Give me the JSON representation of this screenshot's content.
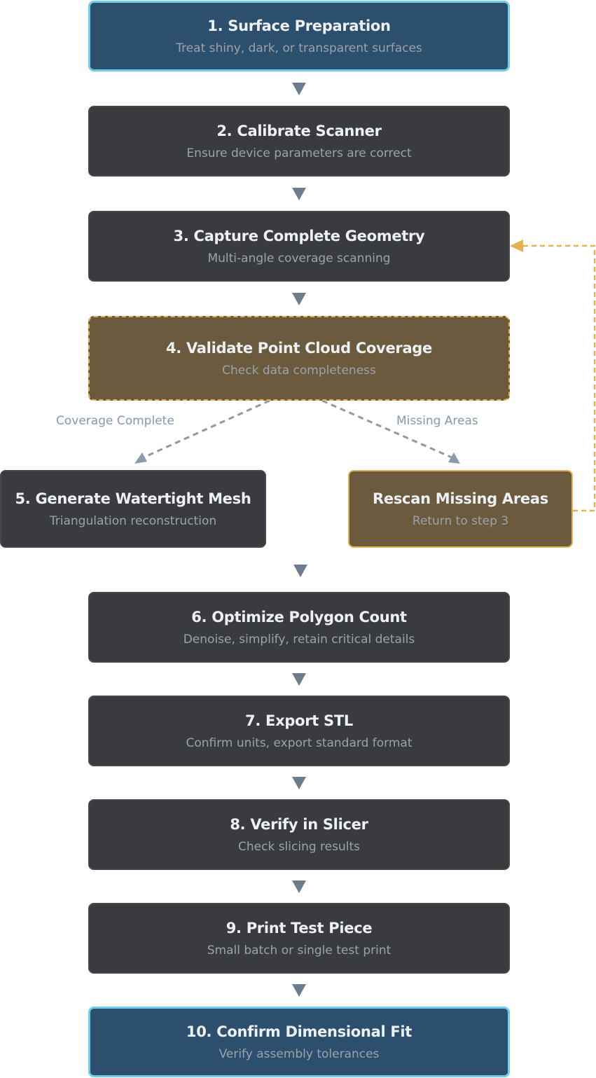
{
  "steps": [
    {
      "title": "1. Surface Preparation",
      "subtitle": "Treat shiny, dark, or transparent surfaces"
    },
    {
      "title": "2. Calibrate Scanner",
      "subtitle": "Ensure device parameters are correct"
    },
    {
      "title": "3. Capture Complete Geometry",
      "subtitle": "Multi-angle coverage scanning"
    },
    {
      "title": "4. Validate Point Cloud Coverage",
      "subtitle": "Check data completeness"
    },
    {
      "title": "5. Generate Watertight Mesh",
      "subtitle": "Triangulation reconstruction"
    },
    {
      "title": "6. Optimize Polygon Count",
      "subtitle": "Denoise, simplify, retain critical details"
    },
    {
      "title": "7. Export STL",
      "subtitle": "Confirm units, export standard format"
    },
    {
      "title": "8. Verify in Slicer",
      "subtitle": "Check slicing results"
    },
    {
      "title": "9. Print Test Piece",
      "subtitle": "Small batch or single test print"
    },
    {
      "title": "10. Confirm Dimensional Fit",
      "subtitle": "Verify assembly tolerances"
    }
  ],
  "rescan": {
    "title": "Rescan Missing Areas",
    "subtitle": "Return to step 3"
  },
  "edges": {
    "coverage_complete": "Coverage Complete",
    "missing_areas": "Missing Areas"
  },
  "colors": {
    "node_dark": "#3a3b3f",
    "node_blue": "#2c4f6e",
    "node_blue_border": "#6ccdea",
    "node_gold": "#6b5a3e",
    "gold_accent": "#e3b14f",
    "arrow": "#6e7d8e",
    "branch_line": "#8d9aab"
  }
}
